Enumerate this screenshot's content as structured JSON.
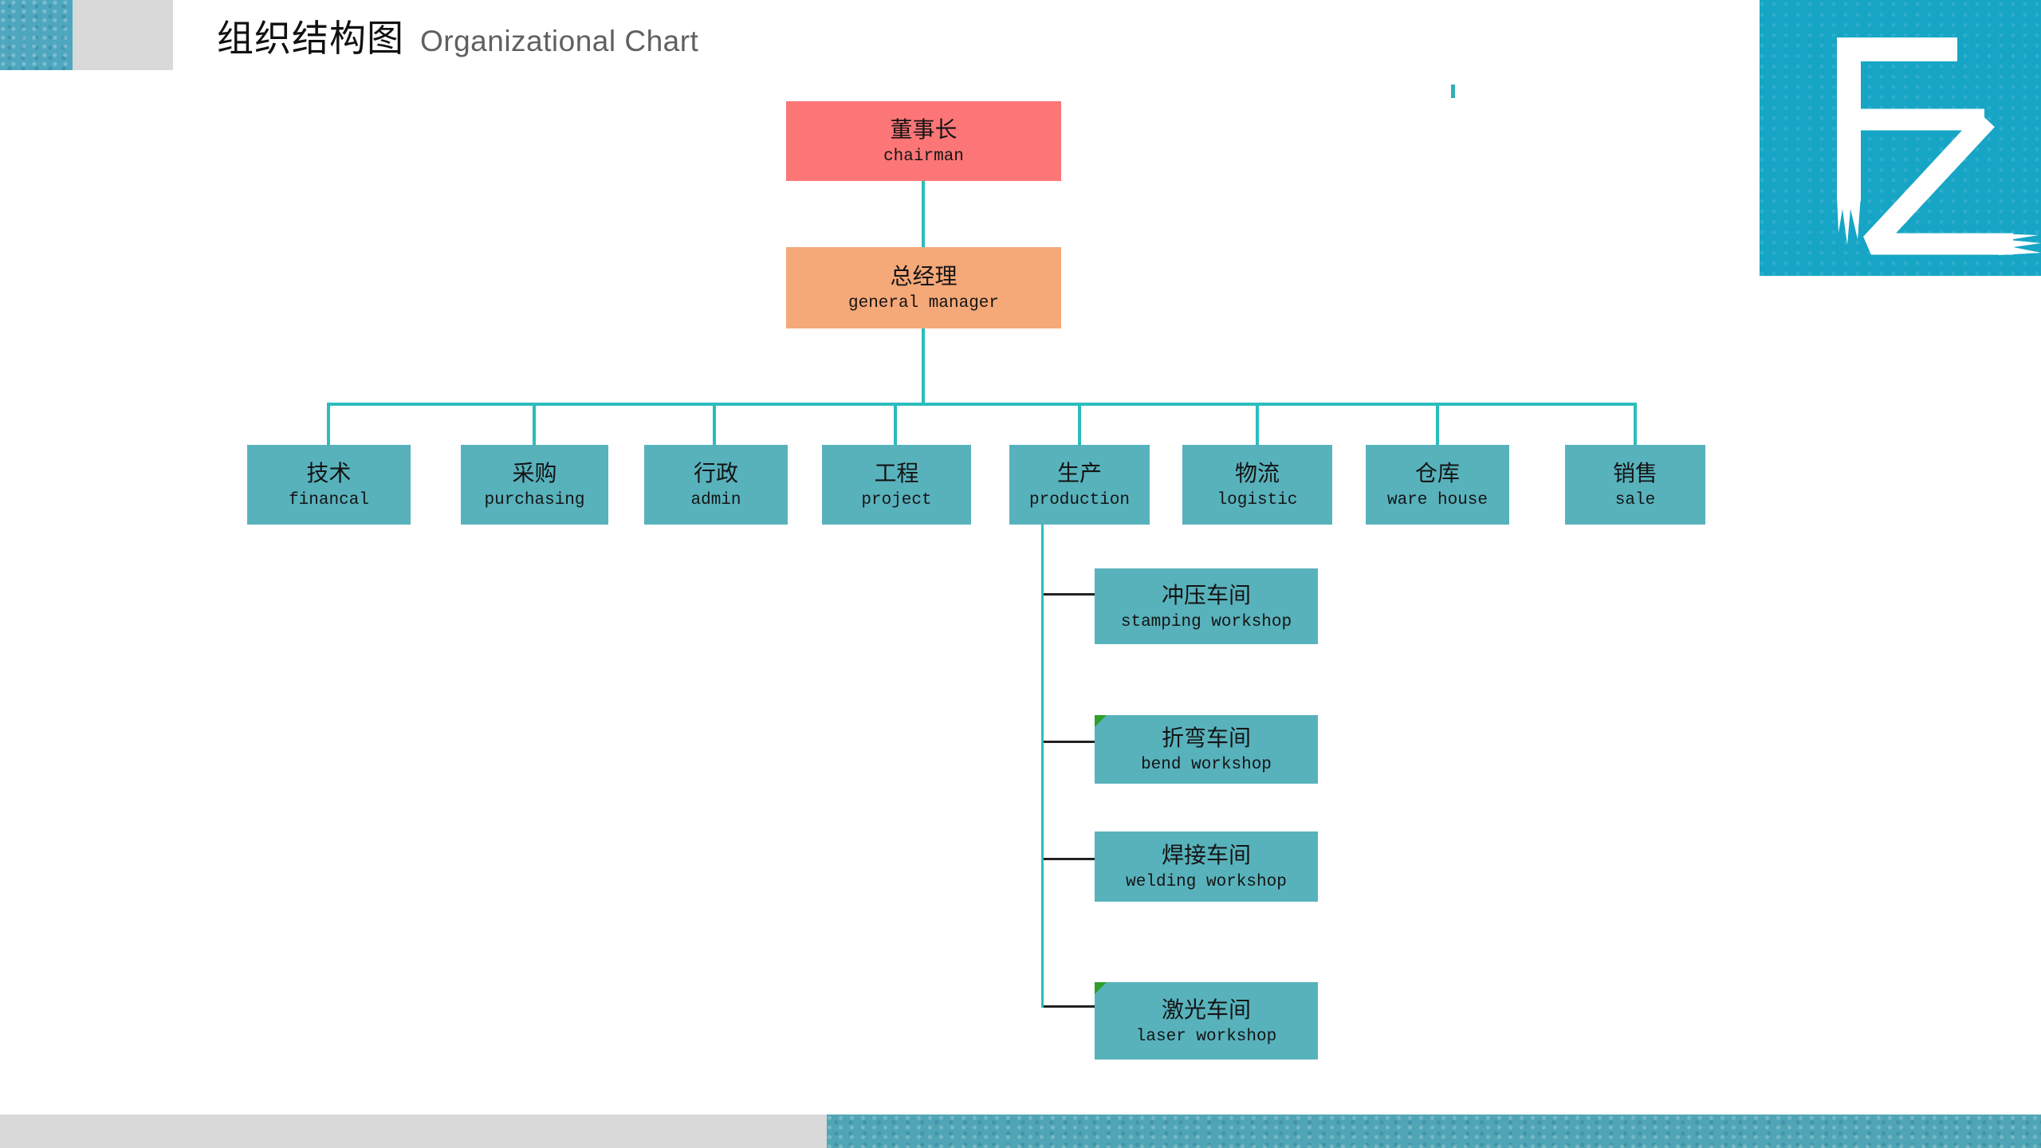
{
  "header": {
    "title_zh": "组织结构图",
    "title_en": "Organizational Chart"
  },
  "logo": {
    "name": "FZ brand mark"
  },
  "org": {
    "root": {
      "zh": "董事长",
      "en": "chairman"
    },
    "manager": {
      "zh": "总经理",
      "en": "general manager"
    },
    "departments": [
      {
        "zh": "技术",
        "en": "financal"
      },
      {
        "zh": "采购",
        "en": "purchasing"
      },
      {
        "zh": "行政",
        "en": "admin"
      },
      {
        "zh": "工程",
        "en": "project"
      },
      {
        "zh": "生产",
        "en": "production"
      },
      {
        "zh": "物流",
        "en": "logistic"
      },
      {
        "zh": "仓库",
        "en": "ware house"
      },
      {
        "zh": "销售",
        "en": "sale"
      }
    ],
    "workshops": [
      {
        "zh": "冲压车间",
        "en": "stamping workshop"
      },
      {
        "zh": "折弯车间",
        "en": "bend workshop"
      },
      {
        "zh": "焊接车间",
        "en": "welding workshop"
      },
      {
        "zh": "激光车间",
        "en": "laser workshop"
      }
    ]
  },
  "colors": {
    "chairman_fill": "#FD7677",
    "manager_fill": "#F5A878",
    "department_fill": "#58B2BC",
    "connector_teal": "#2BBDBE",
    "connector_black": "#222222",
    "flag_green": "#2F9E2B",
    "logo_bg": "#16A5C5",
    "footer_gray": "#D9D9D9",
    "footer_teal": "#4FA5B5"
  }
}
